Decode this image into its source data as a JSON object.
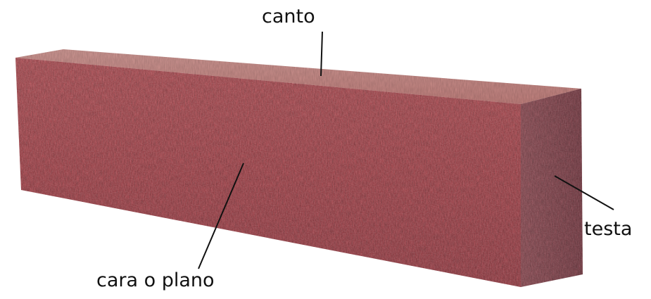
{
  "diagram": {
    "subject": "wooden-beam",
    "labels": {
      "canto": "canto",
      "testa": "testa",
      "cara_o_plano": "cara o plano"
    },
    "colors": {
      "top_face": "#c98a86",
      "front_face": "#b2464d",
      "front_face_dark": "#9c343c",
      "end_face": "#8f4650",
      "leader_line": "#111111",
      "text": "#111111"
    }
  }
}
